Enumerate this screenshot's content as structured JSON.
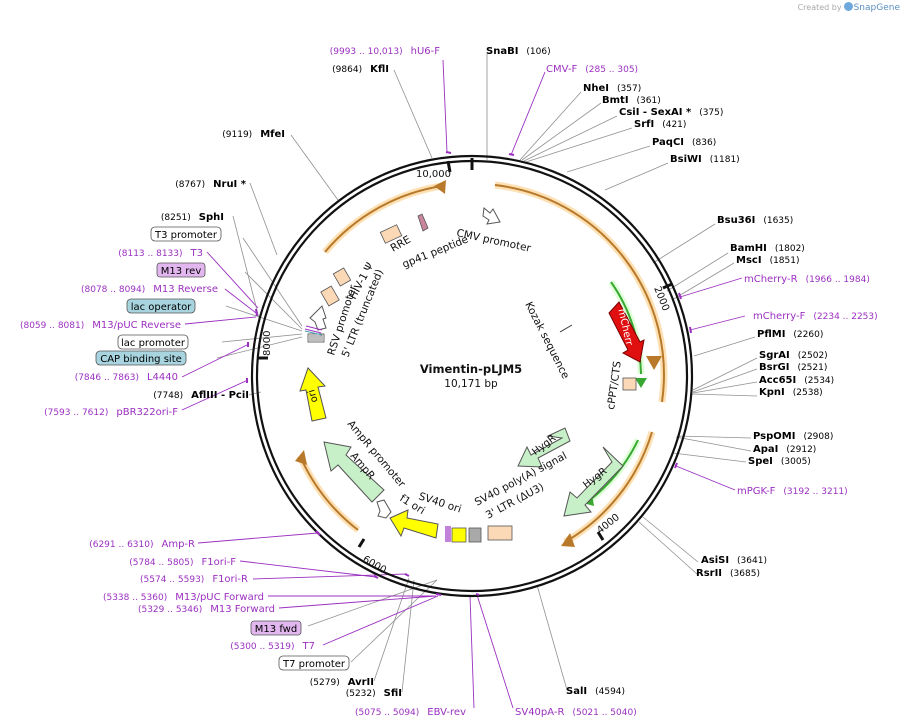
{
  "watermark": {
    "created_by": "Created by",
    "brand": "SnapGene"
  },
  "plasmid": {
    "name": "Vimentin-pLJM5",
    "length_label": "10,171 bp",
    "length": 10171
  },
  "ticks": [
    {
      "pos": 10000,
      "label": "10,000"
    },
    {
      "pos": 2000,
      "label": "2000"
    },
    {
      "pos": 4000,
      "label": "4000"
    },
    {
      "pos": 6000,
      "label": "6000"
    },
    {
      "pos": 8000,
      "label": "8000"
    }
  ],
  "colors": {
    "enzyme": "#000000",
    "primer": "#9b30c0",
    "orange_feature": "#e0a040",
    "green_feature": "#38a832",
    "mcherry": "#e01010",
    "yellow": "#ffff00",
    "hygr": "#c8f0c8",
    "peach": "#fcd9b6"
  },
  "enzymes": [
    {
      "id": "snabi",
      "name": "SnaBI",
      "pos": "(106)"
    },
    {
      "id": "nhei",
      "name": "NheI",
      "pos": "(357)"
    },
    {
      "id": "bmti",
      "name": "BmtI",
      "pos": "(361)"
    },
    {
      "id": "csii",
      "name": "CsiI",
      "sep": "  - ",
      "name2": "SexAI *",
      "pos": "(375)"
    },
    {
      "id": "srfi",
      "name": "SrfI",
      "pos": "(421)"
    },
    {
      "id": "paqci",
      "name": "PaqCI",
      "pos": "(836)"
    },
    {
      "id": "bsiwi",
      "name": "BsiWI",
      "pos": "(1181)"
    },
    {
      "id": "bsu36i",
      "name": "Bsu36I",
      "pos": "(1635)"
    },
    {
      "id": "bamhi",
      "name": "BamHI",
      "pos": "(1802)"
    },
    {
      "id": "msci",
      "name": "MscI",
      "pos": "(1851)"
    },
    {
      "id": "pfimi",
      "name": "PflMI",
      "pos": "(2260)"
    },
    {
      "id": "sgrai",
      "name": "SgrAI",
      "pos": "(2502)"
    },
    {
      "id": "bsrgi",
      "name": "BsrGI",
      "pos": "(2521)"
    },
    {
      "id": "acc65i",
      "name": "Acc65I",
      "pos": "(2534)"
    },
    {
      "id": "kpni",
      "name": "KpnI",
      "pos": "(2538)"
    },
    {
      "id": "pspomi",
      "name": "PspOMI",
      "pos": "(2908)"
    },
    {
      "id": "apai",
      "name": "ApaI",
      "pos": "(2912)"
    },
    {
      "id": "spei",
      "name": "SpeI",
      "pos": "(3005)"
    },
    {
      "id": "asisi",
      "name": "AsiSI",
      "pos": "(3641)"
    },
    {
      "id": "rsrii",
      "name": "RsrII",
      "pos": "(3685)"
    },
    {
      "id": "sali",
      "name": "SalI",
      "pos": "(4594)"
    },
    {
      "id": "sfii",
      "name": "SfiI",
      "pos": "(5232)"
    },
    {
      "id": "avrii",
      "name": "AvrII",
      "pos": "(5279)"
    },
    {
      "id": "afliii",
      "name": "AflIII",
      "sep": "  - ",
      "name2": "PciI",
      "pos": "(7748)"
    },
    {
      "id": "sphi",
      "name": "SphI",
      "pos": "(8251)"
    },
    {
      "id": "nrui",
      "name": "NruI *",
      "pos": "(8767)"
    },
    {
      "id": "mfei",
      "name": "MfeI",
      "pos": "(9119)"
    },
    {
      "id": "kfli",
      "name": "KflI",
      "pos": "(9864)"
    }
  ],
  "primers": [
    {
      "id": "hu6f",
      "name": "hU6-F",
      "range": "(9993 .. 10,013)"
    },
    {
      "id": "cmvf",
      "name": "CMV-F",
      "range": "(285 .. 305)"
    },
    {
      "id": "mcherryr",
      "name": "mCherry-R",
      "range": "(1966 .. 1984)"
    },
    {
      "id": "mcherryf",
      "name": "mCherry-F",
      "range": "(2234 .. 2253)"
    },
    {
      "id": "mpgkf",
      "name": "mPGK-F",
      "range": "(3192 .. 3211)"
    },
    {
      "id": "sv40par",
      "name": "SV40pA-R",
      "range": "(5021 .. 5040)"
    },
    {
      "id": "ebvrev",
      "name": "EBV-rev",
      "range": "(5075 .. 5094)"
    },
    {
      "id": "t7",
      "name": "T7",
      "range": "(5300 .. 5319)"
    },
    {
      "id": "m13fwd",
      "name": "M13 Forward",
      "range": "(5329 .. 5346)"
    },
    {
      "id": "m13pucf",
      "name": "M13/pUC Forward",
      "range": "(5338 .. 5360)"
    },
    {
      "id": "f1orir",
      "name": "F1ori-R",
      "range": "(5574 .. 5593)"
    },
    {
      "id": "f1orif",
      "name": "F1ori-F",
      "range": "(5784 .. 5805)"
    },
    {
      "id": "ampr",
      "name": "Amp-R",
      "range": "(6291 .. 6310)"
    },
    {
      "id": "pbr322",
      "name": "pBR322ori-F",
      "range": "(7593 .. 7612)"
    },
    {
      "id": "l4440",
      "name": "L4440",
      "range": "(7846 .. 7863)"
    },
    {
      "id": "m13pucr",
      "name": "M13/pUC Reverse",
      "range": "(8059 .. 8081)"
    },
    {
      "id": "m13rev",
      "name": "M13 Reverse",
      "range": "(8078 .. 8094)"
    },
    {
      "id": "t3",
      "name": "T3",
      "range": "(8113 .. 8133)"
    }
  ],
  "boxes": [
    {
      "id": "t7promoter",
      "text": "T7 promoter",
      "style": "plain"
    },
    {
      "id": "m13fwdbox",
      "text": "M13 fwd",
      "style": "pink"
    },
    {
      "id": "t3promoter",
      "text": "T3 promoter",
      "style": "plain"
    },
    {
      "id": "m13revbox",
      "text": "M13 rev",
      "style": "pink"
    },
    {
      "id": "lacoperator",
      "text": "lac operator",
      "style": "teal"
    },
    {
      "id": "lacpromoter",
      "text": "lac promoter",
      "style": "plain"
    },
    {
      "id": "capsite",
      "text": "CAP binding site",
      "style": "teal"
    }
  ],
  "inner_labels": [
    {
      "id": "cmvpromoter",
      "text": "CMV promoter"
    },
    {
      "id": "gp41",
      "text": "gp41 peptide"
    },
    {
      "id": "rre",
      "text": "RRE"
    },
    {
      "id": "hivpsi",
      "text": "HIV-1 Ψ"
    },
    {
      "id": "ltr5",
      "text": "5' LTR (truncated)"
    },
    {
      "id": "rsvpromoter",
      "text": "RSV promoter"
    },
    {
      "id": "kozak",
      "text": "Kozak sequence"
    },
    {
      "id": "cppt",
      "text": "cPPT/CTS"
    },
    {
      "id": "ampromoter",
      "text": "AmpR promoter"
    },
    {
      "id": "amprlabel",
      "text": "AmpR"
    },
    {
      "id": "f1ori",
      "text": "f1 ori"
    },
    {
      "id": "sv40ori",
      "text": "SV40 ori"
    },
    {
      "id": "sv40pa",
      "text": "SV40 poly(A) signal"
    },
    {
      "id": "ltr3",
      "text": "3' LTR (ΔU3)"
    }
  ],
  "arrow_labels": [
    {
      "id": "mcherry",
      "text": "mCherry"
    },
    {
      "id": "hygr1",
      "text": "HygR"
    },
    {
      "id": "hygr2",
      "text": "HygR"
    },
    {
      "id": "ori",
      "text": "ori"
    },
    {
      "id": "amprarrow",
      "text": "AmpR"
    }
  ]
}
